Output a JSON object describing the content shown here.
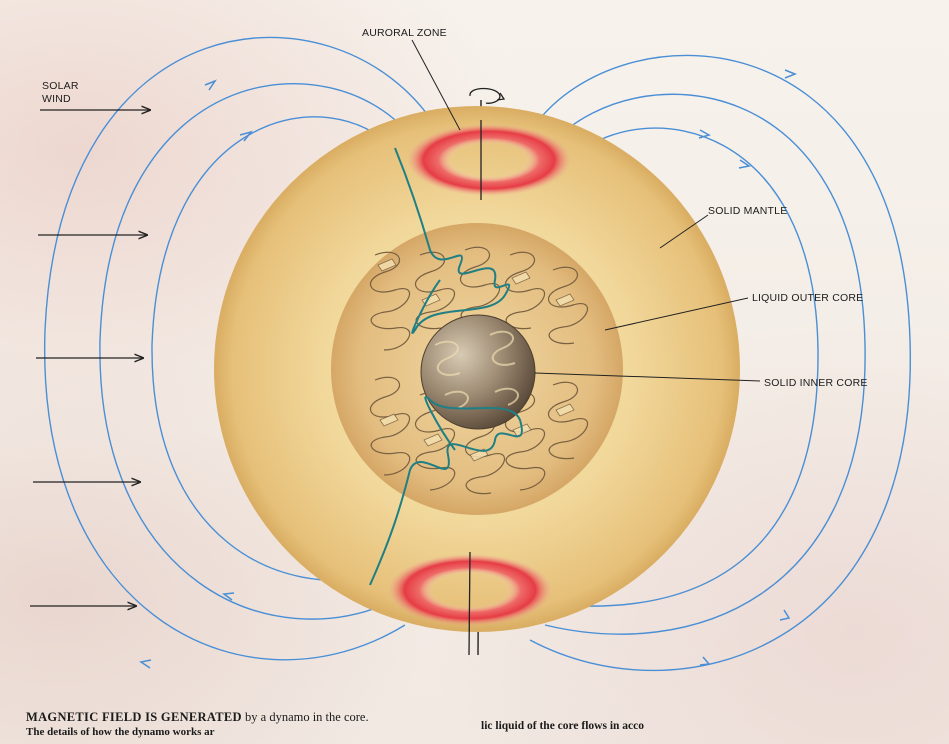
{
  "labels": {
    "auroral_zone": "AURORAL ZONE",
    "solar_wind_line1": "SOLAR",
    "solar_wind_line2": "WIND",
    "solid_mantle": "SOLID MANTLE",
    "liquid_outer_core": "LIQUID OUTER CORE",
    "solid_inner_core": "SOLID INNER CORE"
  },
  "caption": {
    "heading": "MAGNETIC FIELD IS GENERATED",
    "heading_rest": " by a dynamo in the core.",
    "line2": "The details of how the dynamo works ar",
    "right": "lic liquid of the core flows in acco"
  },
  "colors": {
    "field_lines": "#4a8fd6",
    "mantle": "#efd394",
    "outer_core": "#ddb377",
    "inner_core": "#8a7861",
    "aurora": "#e6474e",
    "flow_lines": "#1f7f84"
  }
}
